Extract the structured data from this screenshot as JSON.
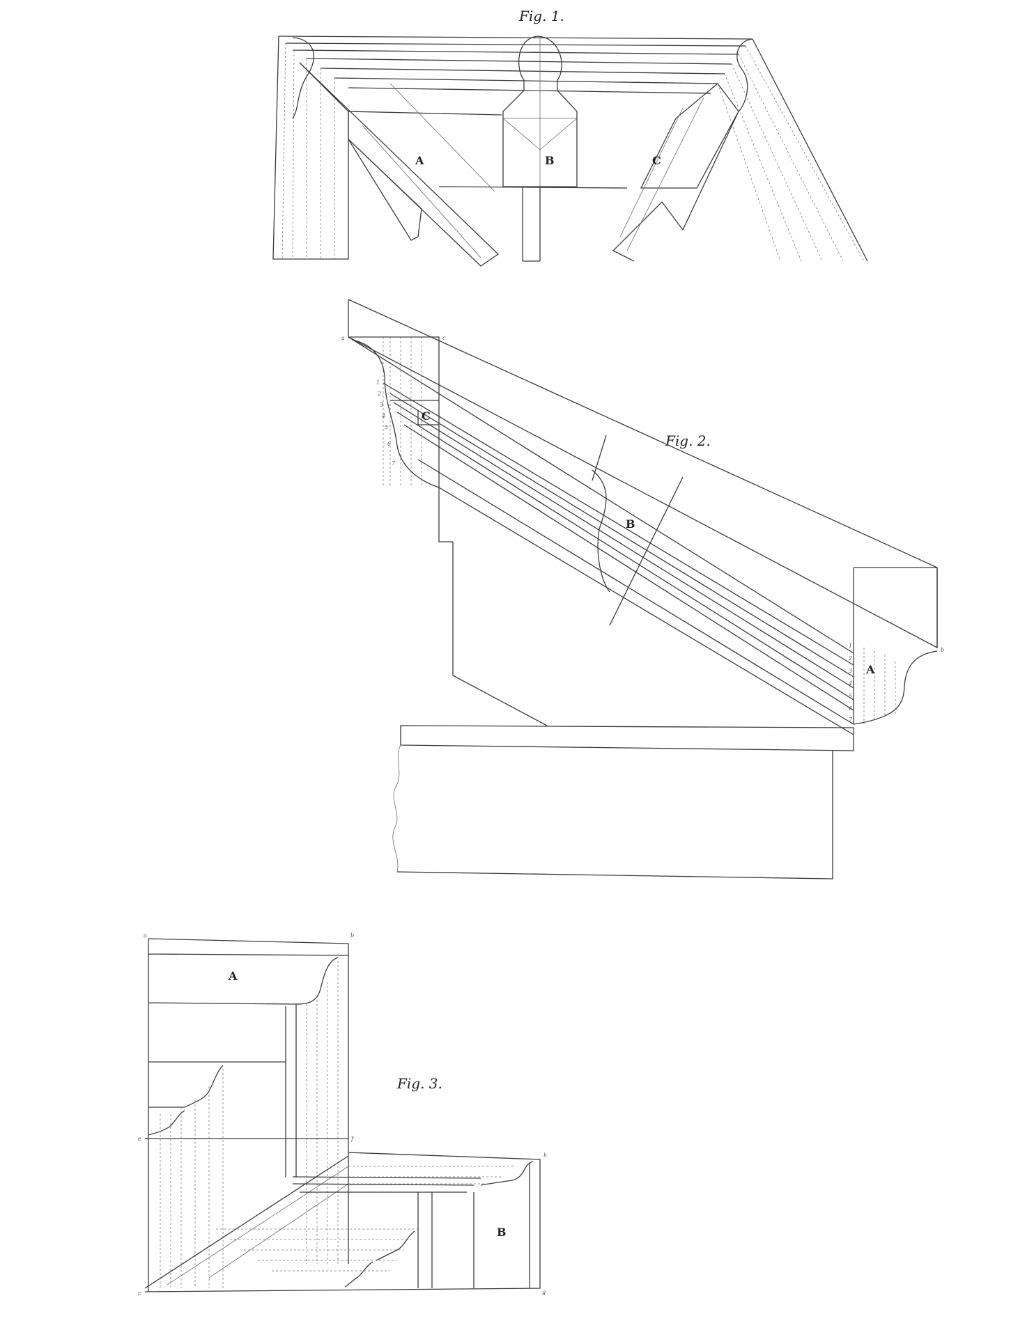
{
  "figures": [
    {
      "caption": "Fig. 1.",
      "parts": {
        "a": "A",
        "b": "B",
        "c": "C"
      }
    },
    {
      "caption": "Fig. 2.",
      "parts": {
        "a": "A",
        "b": "B",
        "c": "C"
      },
      "point_letters": {
        "top_left": "a",
        "top_right": "c",
        "right": "b"
      },
      "ordinates_left": [
        "1",
        "2",
        "3",
        "4",
        "5",
        "6",
        "7"
      ],
      "ordinates_right": [
        "1",
        "2",
        "3",
        "4",
        "5",
        "6",
        "7"
      ]
    },
    {
      "caption": "Fig. 3.",
      "parts": {
        "a": "A",
        "b": "B"
      },
      "point_letters": {
        "top_left": "a",
        "top_right": "b",
        "mid_left": "e",
        "mid_right": "f",
        "right": "h",
        "bottom_right": "g",
        "bottom_left": "c"
      }
    }
  ]
}
